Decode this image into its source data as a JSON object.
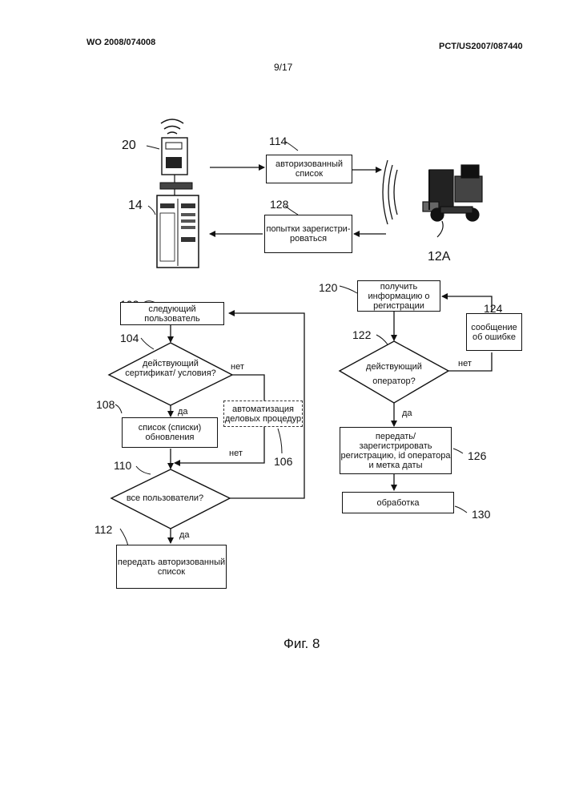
{
  "header": {
    "publication_number": "WO 2008/074008",
    "application_number": "PCT/US2007/087440",
    "page": "9/17"
  },
  "system": {
    "ref_device": "20",
    "ref_server": "14",
    "ref_truck": "12A",
    "ref_authorized_list": "114",
    "authorized_list": "авторизованный список",
    "ref_login_attempts": "128",
    "login_attempts": "попытки зарегистри-роваться"
  },
  "left_flow": {
    "ref_next_user": "102",
    "next_user": "следующий пользователь",
    "ref_valid_cert": "104",
    "valid_cert": "действующий сертификат/ условия?",
    "no_label": "нет",
    "yes_label": "да",
    "ref_bpa": "106",
    "bpa": "автоматизация деловых процедур",
    "ref_update_list": "108",
    "update_list": "список (списки) обновления",
    "ref_all_users": "110",
    "all_users": "все пользователи?",
    "ref_send_list": "112",
    "send_list": "передать авторизованный список"
  },
  "right_flow": {
    "ref_get_login": "120",
    "get_login": "получить информацию о регистрации",
    "ref_valid_operator": "122",
    "valid_operator": "действующий оператор?",
    "ref_error": "124",
    "error_message": "сообщение об ошибке",
    "no_label": "нет",
    "yes_label": "да",
    "ref_transmit": "126",
    "transmit": "передать/ зарегистрировать регистрацию, id оператора и метка даты",
    "ref_process": "130",
    "process": "обработка"
  },
  "figure_caption": "Фиг. 8"
}
